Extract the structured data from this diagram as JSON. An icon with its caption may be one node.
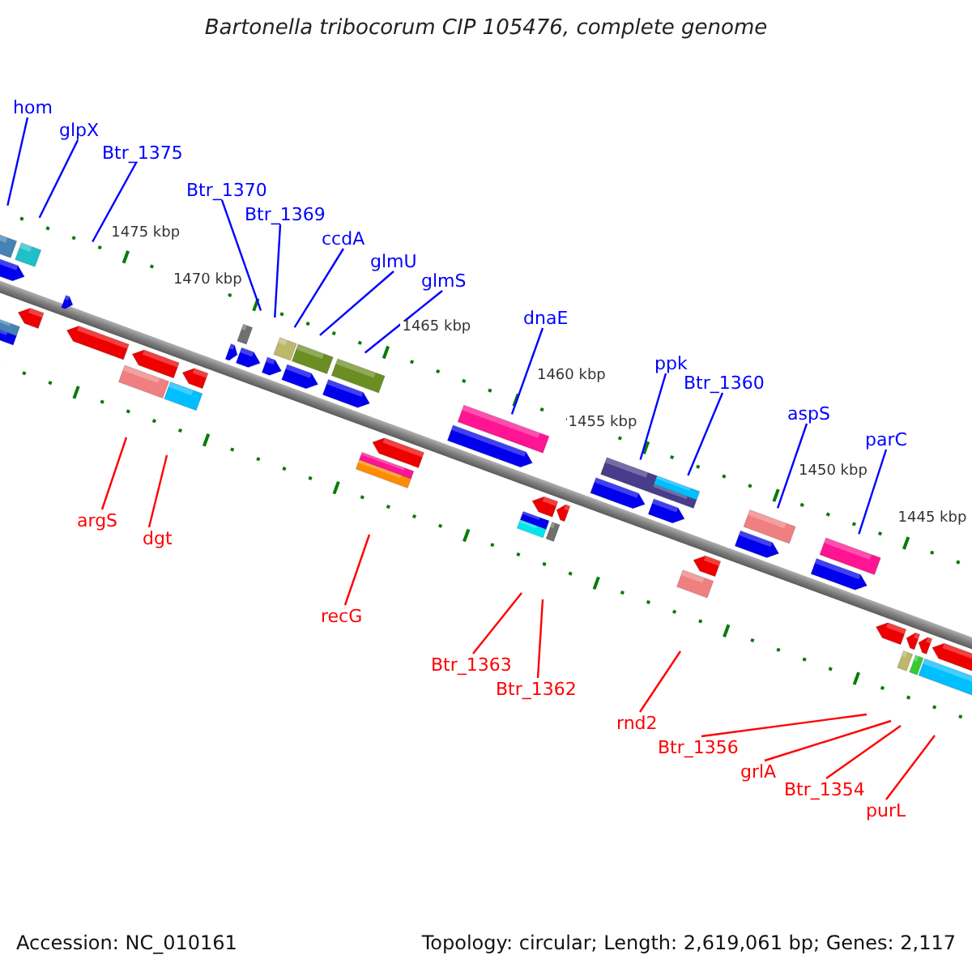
{
  "diagram": {
    "title": "Bartonella tribocorum CIP 105476, complete genome",
    "nodes": [
      {
        "text": [
          "hom"
        ]
      },
      {
        "text": [
          "glpX"
        ]
      },
      {
        "text": [
          "Btr_1375"
        ]
      },
      {
        "text": [
          "Btr_1370"
        ]
      },
      {
        "text": [
          "Btr_1369"
        ]
      },
      {
        "text": [
          "ccdA"
        ]
      },
      {
        "text": [
          "glmU"
        ]
      },
      {
        "text": [
          "glmS"
        ]
      },
      {
        "text": [
          "dnaE"
        ]
      },
      {
        "text": [
          "ppk"
        ]
      },
      {
        "text": [
          "Btr_1360"
        ]
      },
      {
        "text": [
          "aspS"
        ]
      },
      {
        "text": [
          "parC"
        ]
      },
      {
        "text": [
          "argS"
        ]
      },
      {
        "text": [
          "dgt"
        ]
      },
      {
        "text": [
          "recG"
        ]
      },
      {
        "text": [
          "Btr_1363"
        ]
      },
      {
        "text": [
          "Btr_1362"
        ]
      },
      {
        "text": [
          "rnd2"
        ]
      },
      {
        "text": [
          "Btr_1356"
        ]
      },
      {
        "text": [
          "grlA"
        ]
      },
      {
        "text": [
          "Btr_1354"
        ]
      },
      {
        "text": [
          "purL"
        ]
      }
    ],
    "edges": [
      {
        "from": 0,
        "to": null,
        "arrow": "none"
      },
      {
        "from": 1,
        "to": null,
        "arrow": "none"
      },
      {
        "from": 2,
        "to": null,
        "arrow": "none"
      },
      {
        "from": 3,
        "to": null,
        "arrow": "none"
      },
      {
        "from": 4,
        "to": null,
        "arrow": "none"
      },
      {
        "from": 5,
        "to": null,
        "arrow": "none"
      },
      {
        "from": 6,
        "to": null,
        "arrow": "none"
      },
      {
        "from": 7,
        "to": null,
        "arrow": "none"
      },
      {
        "from": 8,
        "to": null,
        "arrow": "none"
      },
      {
        "from": 9,
        "to": null,
        "arrow": "none"
      },
      {
        "from": 10,
        "to": null,
        "arrow": "none"
      },
      {
        "from": 11,
        "to": null,
        "arrow": "none"
      },
      {
        "from": 12,
        "to": null,
        "arrow": "none"
      },
      {
        "from": 13,
        "to": null,
        "arrow": "none",
        "color": "#ff0000"
      },
      {
        "from": 14,
        "to": null,
        "arrow": "none",
        "color": "#ff0000"
      },
      {
        "from": 15,
        "to": null,
        "arrow": "none",
        "color": "#ff0000"
      },
      {
        "from": 16,
        "to": null,
        "arrow": "none",
        "color": "#ff0000"
      },
      {
        "from": 17,
        "to": null,
        "arrow": "none",
        "color": "#ff0000"
      },
      {
        "from": 18,
        "to": null,
        "arrow": "none",
        "color": "#ff0000"
      },
      {
        "from": 19,
        "to": null,
        "arrow": "none",
        "color": "#ff0000"
      },
      {
        "from": 20,
        "to": null,
        "arrow": "none",
        "color": "#ff0000"
      },
      {
        "from": 21,
        "to": null,
        "arrow": "none",
        "color": "#ff0000"
      },
      {
        "from": 22,
        "to": null,
        "arrow": "none",
        "color": "#ff0000"
      }
    ],
    "labels": [
      "1475 kbp",
      "1470 kbp",
      "1465 kbp",
      "1460 kbp",
      "1455 kbp",
      "1450 kbp",
      "1445 kbp",
      "Accession: NC_010161",
      "Topology: circular; Length: 2,619,061 bp; Genes: 2,117"
    ]
  }
}
